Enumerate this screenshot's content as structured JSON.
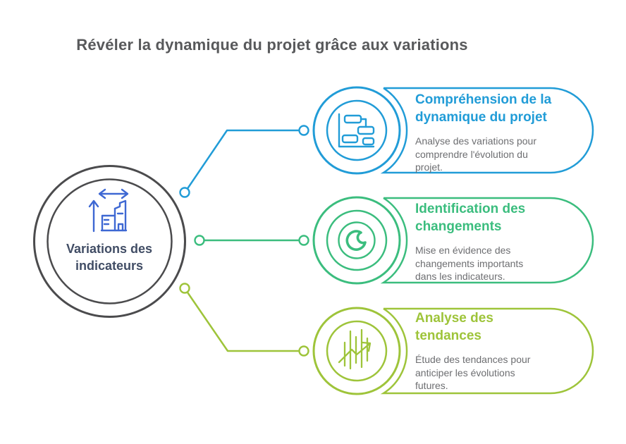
{
  "title": "Révéler la dynamique du projet grâce aux variations",
  "hub": {
    "label": "Variations des\nindicateurs",
    "icon": "building-with-arrows-icon",
    "ring_color": "#4B4B4D",
    "icon_color": "#3E68D3",
    "label_color": "#414D65"
  },
  "branches": [
    {
      "title": "Compréhension de la\ndynamique du projet",
      "description": "Analyse des variations pour\ncomprendre l'évolution du\nprojet.",
      "icon": "gantt-chart-icon",
      "color": "#219CD7"
    },
    {
      "title": "Identification des\nchangements",
      "description": "Mise en évidence des\nchangements importants\ndans les indicateurs.",
      "icon": "pie-target-icon",
      "color": "#3BBD7E"
    },
    {
      "title": "Analyse des\ntendances",
      "description": "Étude des tendances pour\nanticiper les évolutions\nfutures.",
      "icon": "trend-arrow-icon",
      "color": "#9EC43A"
    }
  ],
  "colors": {
    "title_text": "#58595B",
    "description_text": "#6D6E71",
    "background": "#FFFFFF"
  }
}
